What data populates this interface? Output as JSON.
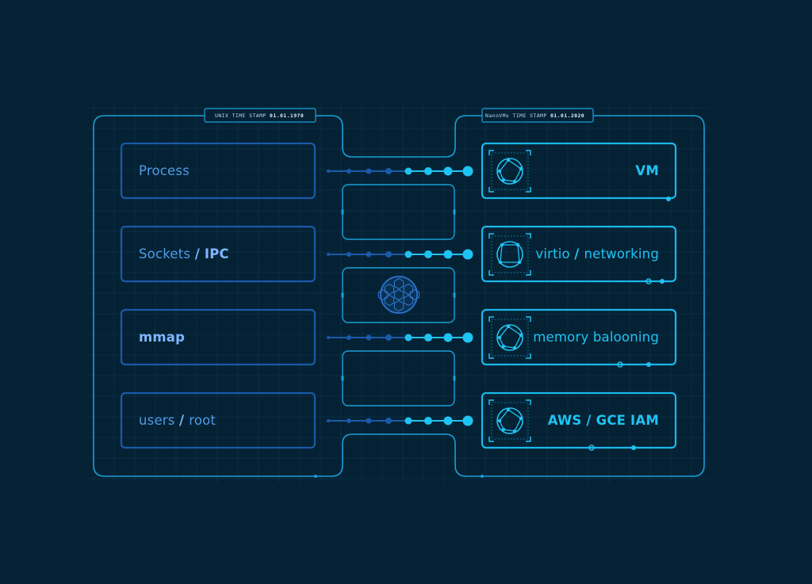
{
  "timestamps": {
    "left": {
      "prefix": "UNIX TIME STAMP",
      "value": "01.01.1970"
    },
    "right": {
      "prefix": "NanoVMs TIME STAMP",
      "value": "01.01.2020"
    }
  },
  "rows": [
    {
      "left": {
        "parts": [
          "Process"
        ],
        "sep": "",
        "bold_index": -1
      },
      "right": {
        "parts": [
          "VM"
        ],
        "sep": "",
        "bold": true
      }
    },
    {
      "left": {
        "parts": [
          "Sockets",
          "IPC"
        ],
        "sep": "/",
        "bold_index": 1
      },
      "right": {
        "parts": [
          "virtio",
          "networking"
        ],
        "sep": "/",
        "bold": false
      }
    },
    {
      "left": {
        "parts": [
          "mmap"
        ],
        "sep": "",
        "bold_index": 0
      },
      "right": {
        "parts": [
          "memory balooning"
        ],
        "sep": "",
        "bold": false
      }
    },
    {
      "left": {
        "parts": [
          "users",
          "root"
        ],
        "sep": "/",
        "bold_index": -1
      },
      "right": {
        "parts": [
          "AWS / GCE IAM"
        ],
        "sep": "",
        "bold": true
      }
    }
  ],
  "colors": {
    "background": "#052235",
    "grid": "#0d3550",
    "left_border": "#1a5aa8",
    "right_border": "#1ab8ea",
    "frame": "#1a9fd6",
    "dot_dark": "#1a5aa8",
    "dot_bright": "#1fc3f2"
  },
  "icons": {
    "center": "globe-hexagon-icon",
    "rows": [
      "vm-node-icon",
      "virtio-node-icon",
      "memory-node-icon",
      "iam-node-icon"
    ]
  }
}
